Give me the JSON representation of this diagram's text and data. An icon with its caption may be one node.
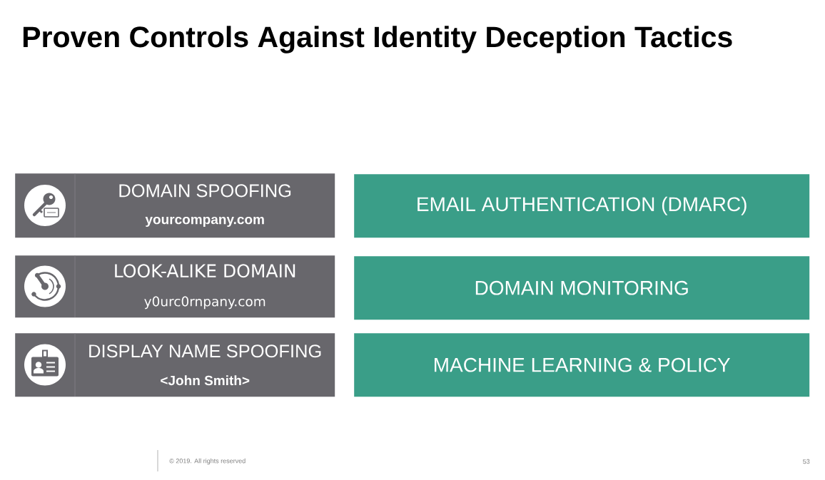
{
  "diagram": {
    "title": "Proven Controls Against Identity Deception Tactics",
    "nodes": [
      {
        "text": [
          "DOMAIN SPOOFING",
          "yourcompany.com"
        ]
      },
      {
        "text": [
          "EMAIL AUTHENTICATION (DMARC)"
        ]
      },
      {
        "text": [
          "LOOK-ALIKE DOMAIN",
          "y0urc0rnpany.com"
        ]
      },
      {
        "text": [
          "DOMAIN MONITORING"
        ]
      },
      {
        "text": [
          "DISPLAY NAME SPOOFING",
          "<John Smith>"
        ]
      },
      {
        "text": [
          "MACHINE LEARNING & POLICY"
        ]
      }
    ],
    "labels": [
      "© 2019. All rights reserved",
      "53"
    ]
  }
}
